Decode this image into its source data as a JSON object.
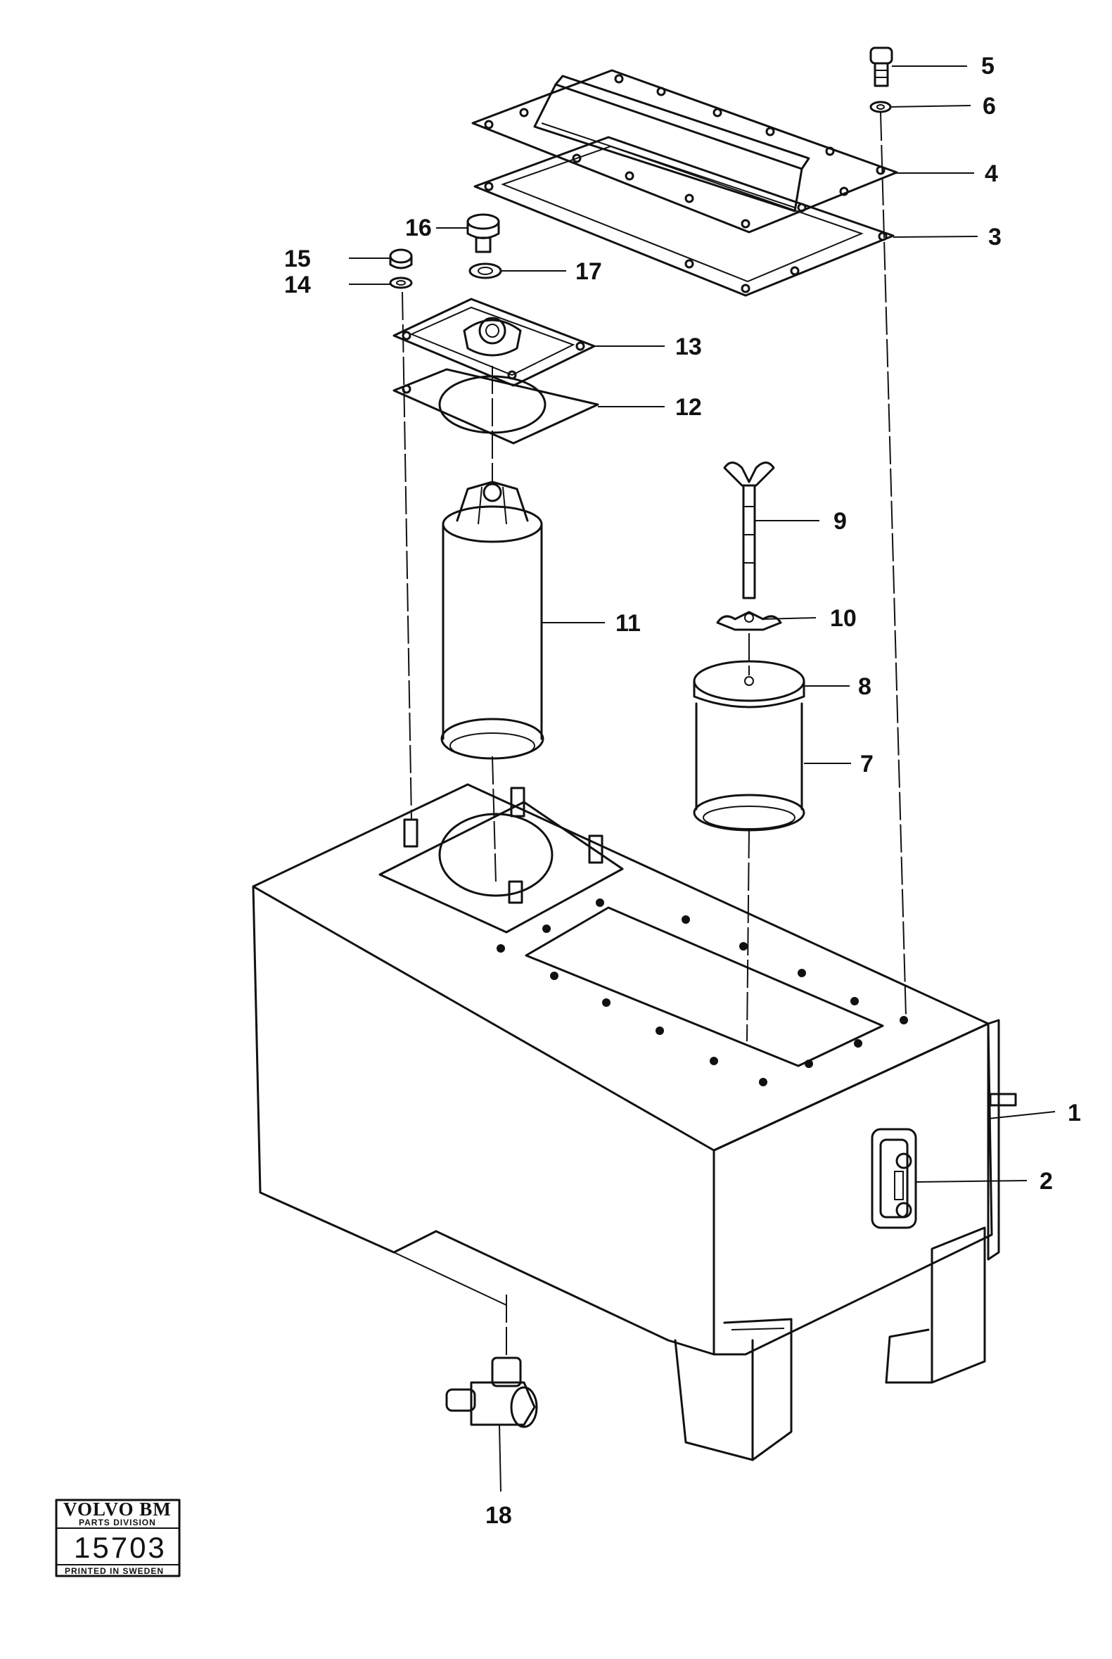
{
  "callouts": [
    {
      "id": "1",
      "label": "1"
    },
    {
      "id": "2",
      "label": "2"
    },
    {
      "id": "3",
      "label": "3"
    },
    {
      "id": "4",
      "label": "4"
    },
    {
      "id": "5",
      "label": "5"
    },
    {
      "id": "6",
      "label": "6"
    },
    {
      "id": "7",
      "label": "7"
    },
    {
      "id": "8",
      "label": "8"
    },
    {
      "id": "9",
      "label": "9"
    },
    {
      "id": "10",
      "label": "10"
    },
    {
      "id": "11",
      "label": "11"
    },
    {
      "id": "12",
      "label": "12"
    },
    {
      "id": "13",
      "label": "13"
    },
    {
      "id": "14",
      "label": "14"
    },
    {
      "id": "15",
      "label": "15"
    },
    {
      "id": "16",
      "label": "16"
    },
    {
      "id": "17",
      "label": "17"
    },
    {
      "id": "18",
      "label": "18"
    }
  ],
  "stamp": {
    "brand": "VOLVO BM",
    "division": "PARTS DIVISION",
    "number": "15703",
    "footer": "PRINTED IN SWEDEN"
  }
}
